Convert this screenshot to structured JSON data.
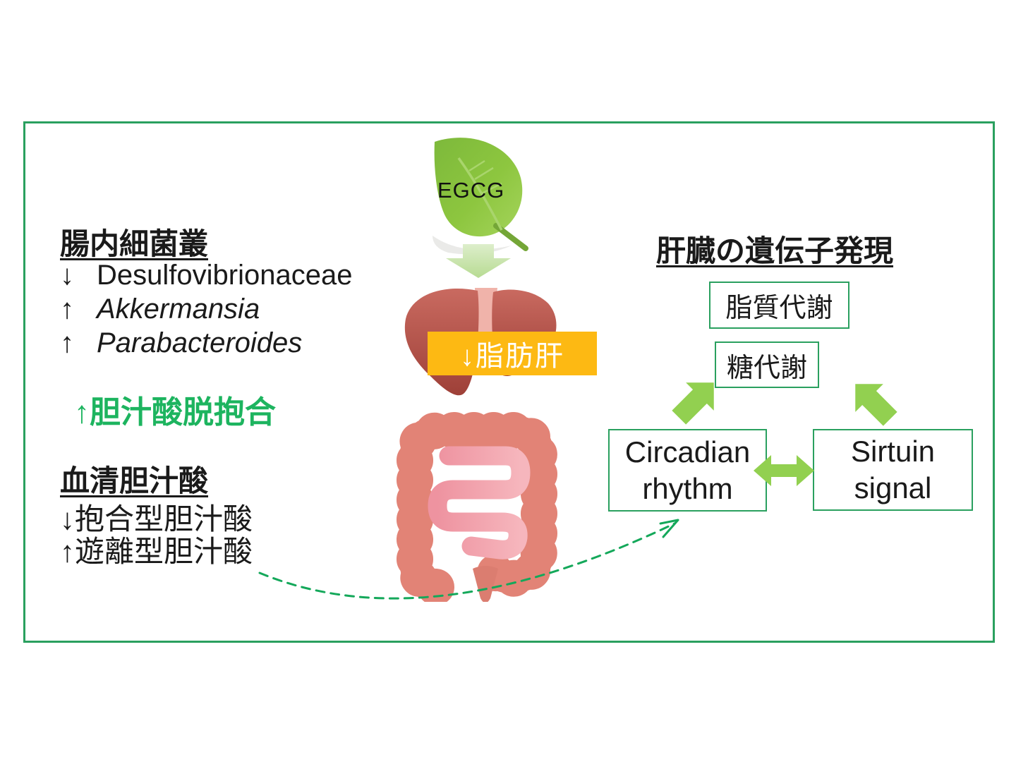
{
  "diagram_title": "EGCG gut-liver axis diagram",
  "egcg": {
    "label": "EGCG"
  },
  "gut": {
    "heading": "腸内細菌叢",
    "items": [
      {
        "arrow": "↓",
        "name": "Desulfovibrionaceae",
        "italic": false
      },
      {
        "arrow": "↑",
        "name": "Akkermansia",
        "italic": true
      },
      {
        "arrow": "↑",
        "name": "Parabacteroides",
        "italic": true
      }
    ]
  },
  "bile_note": {
    "text": "↑胆汁酸脱抱合",
    "color": "#1db45f"
  },
  "serum": {
    "heading": "血清胆汁酸",
    "items": [
      {
        "text": "↓抱合型胆汁酸"
      },
      {
        "text": "↑遊離型胆汁酸"
      }
    ]
  },
  "liver_overlay": {
    "text": "↓脂肪肝",
    "bg_color": "#fdb913"
  },
  "liver_genes": {
    "heading": "肝臓の遺伝子発現",
    "boxes": {
      "lipid": "脂質代謝",
      "sugar": "糖代謝",
      "circadian_line1": "Circadian",
      "circadian_line2": "rhythm",
      "sirtuin_line1": "Sirtuin",
      "sirtuin_line2": "signal"
    }
  },
  "colors": {
    "frame_green": "#2aa05f",
    "block_arrow_green": "#92d050",
    "pale_arrow_green": "#cbe6b1",
    "dashed_arrow_green": "#14a85a",
    "amber": "#fdb913",
    "leaf_green": "#8dc63f",
    "liver_red": "#b5544b",
    "colon_salmon": "#e28376",
    "small_intestine_pink": "#f3a6b0"
  },
  "icons": [
    "leaf-icon",
    "down-block-arrow-icon",
    "liver-icon",
    "intestine-icon",
    "up-right-block-arrow-icon",
    "up-left-block-arrow-icon",
    "double-headed-arrow-icon",
    "dashed-curve-arrow-icon"
  ]
}
